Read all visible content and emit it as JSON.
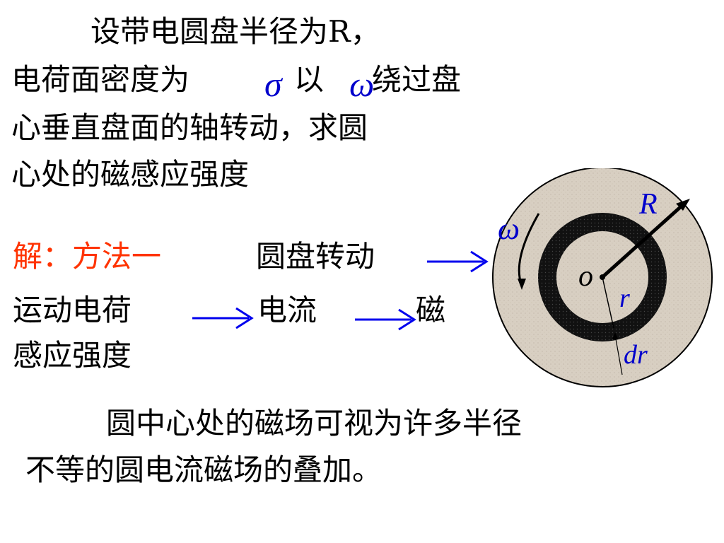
{
  "problem": {
    "line1": "设带电圆盘半径为R，",
    "line2a": "电荷面密度为",
    "sigma": "σ",
    "line2b": "以",
    "omega": "ω",
    "line2c": "绕过盘",
    "line3": "心垂直盘面的轴转动，求圆",
    "line4": "心处的磁感应强度"
  },
  "solution": {
    "heading": "解：方法一",
    "step1": "圆盘转动",
    "step2": "运动电荷",
    "step3": "电流",
    "step4": "磁",
    "step5": "感应强度"
  },
  "conclusion": {
    "line1": "圆中心处的磁场可视为许多半径",
    "line2": "不等的圆电流磁场的叠加。"
  },
  "figure": {
    "label_R": "R",
    "label_omega": "ω",
    "label_O": "o",
    "label_r": "r",
    "label_dr": "dr"
  },
  "colors": {
    "heading": "#ff3300",
    "arrow": "#0000ee",
    "symbol": "#0000cc",
    "disk": "#d8cfc2"
  }
}
